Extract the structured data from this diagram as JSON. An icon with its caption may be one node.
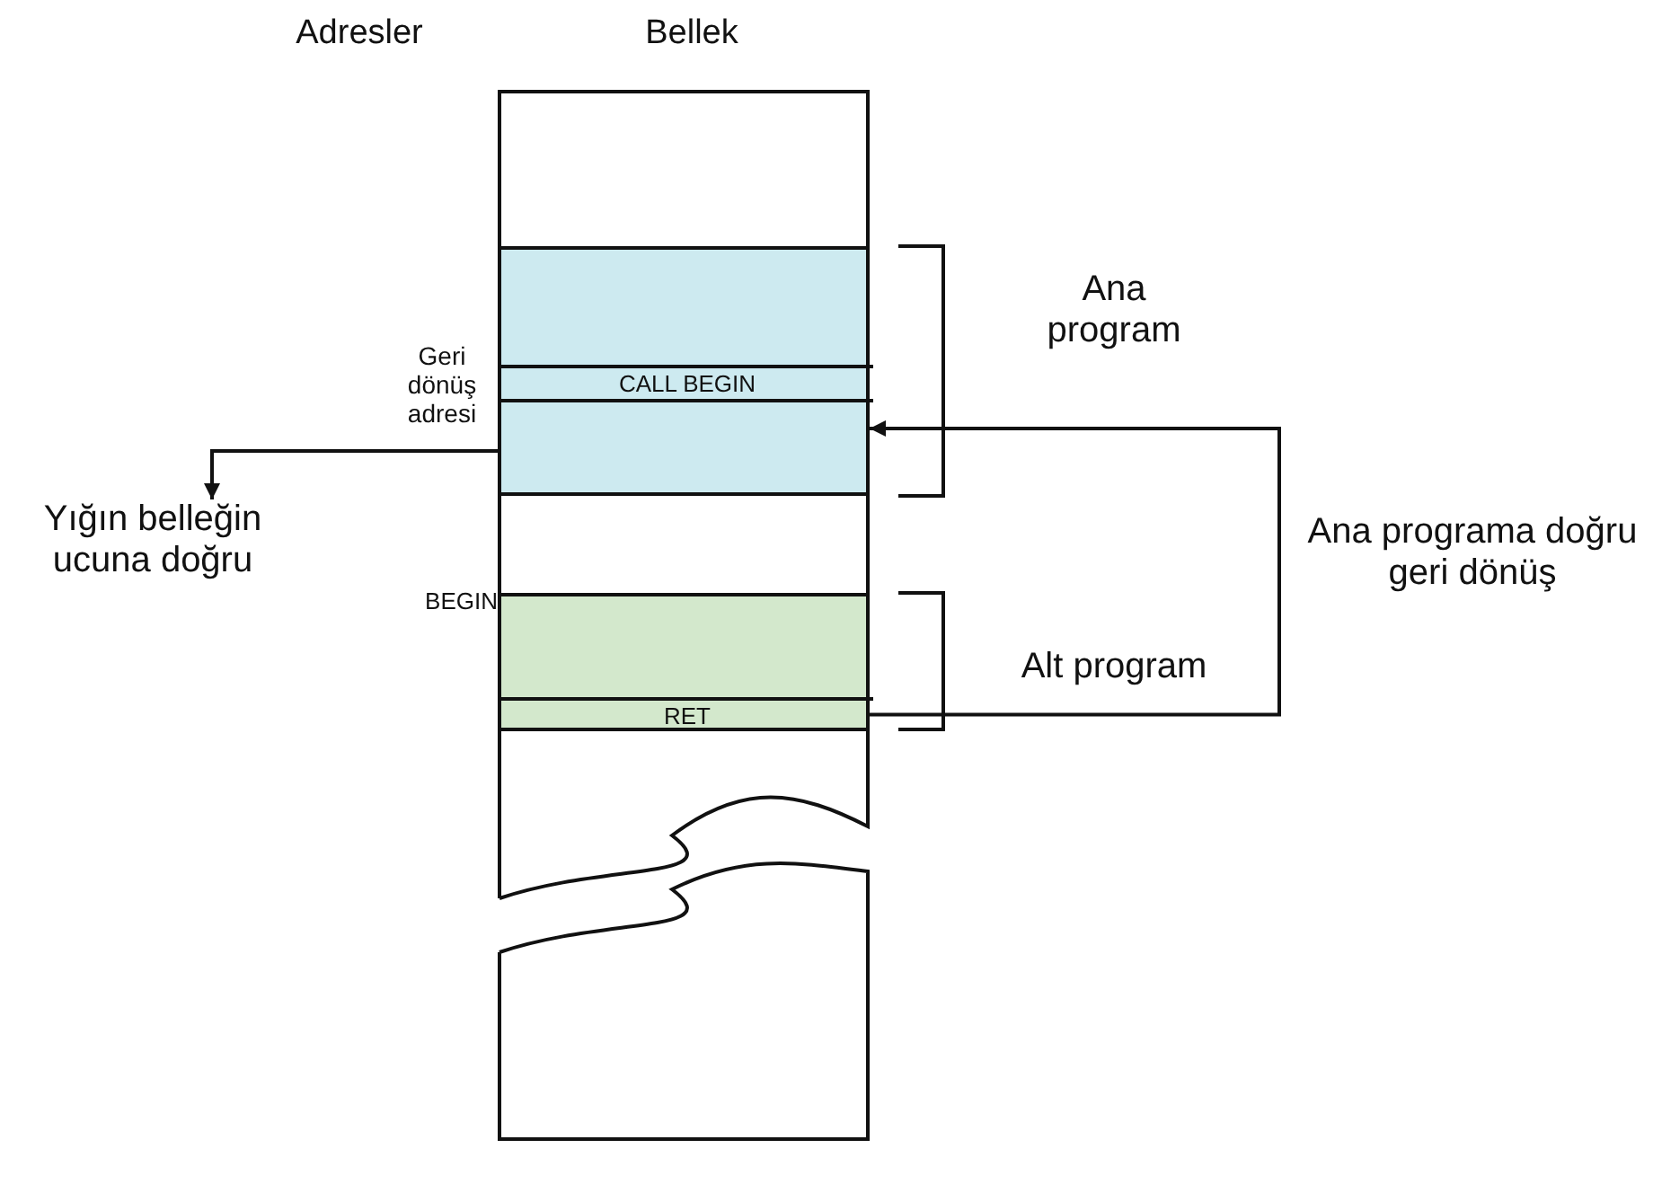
{
  "diagram": {
    "nodes": [
      {
        "text": [],
        "shape": "box"
      },
      {
        "text": [],
        "shape": "box",
        "in": 0
      },
      {
        "text": [
          "CALL BEGIN"
        ],
        "in": 1
      },
      {
        "text": [],
        "shape": "box",
        "in": 0,
        "beside": [
          "BEGIN"
        ]
      },
      {
        "text": [
          "RET"
        ],
        "in": 3
      },
      {
        "text": [
          "Yığın belleğin ucuna doğru"
        ]
      }
    ],
    "edges": [
      {
        "from": 1,
        "to": 5,
        "arrow": "to",
        "label": "Geri dönüş adresi"
      },
      {
        "from": 3,
        "to": 1,
        "arrow": "to",
        "label": "Ana programa doğru geri dönüş"
      }
    ],
    "labels": [
      "Adresler",
      "Bellek",
      "Ana program",
      "Alt program"
    ]
  }
}
